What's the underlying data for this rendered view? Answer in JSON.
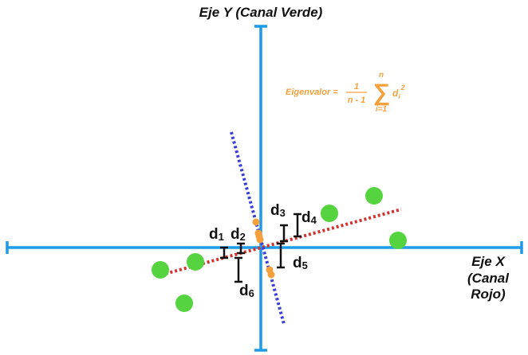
{
  "axes": {
    "y_title": "Eje Y (Canal Verde)",
    "x_title_lines": [
      "Eje X",
      "(Canal",
      "Rojo)"
    ],
    "axis_color": "#1e9be6"
  },
  "formula": {
    "lhs": "Eigenvalor =",
    "numerator": "1",
    "denominator": "n - 1",
    "sum_upper": "n",
    "sum_symbol": "∑",
    "sum_lower": "i=1",
    "term": "d",
    "term_subscript": "i",
    "term_exponent": "2",
    "color": "#f4a03c"
  },
  "distances": [
    {
      "base": "d",
      "sub": "1"
    },
    {
      "base": "d",
      "sub": "2"
    },
    {
      "base": "d",
      "sub": "3"
    },
    {
      "base": "d",
      "sub": "4"
    },
    {
      "base": "d",
      "sub": "5"
    },
    {
      "base": "d",
      "sub": "6"
    }
  ],
  "colors": {
    "first_component": "#d3332f",
    "second_component": "#3a3fd8",
    "data_points": "#55d43f",
    "projected_points": "#f4a03c",
    "distance_bars": "#111111"
  }
}
